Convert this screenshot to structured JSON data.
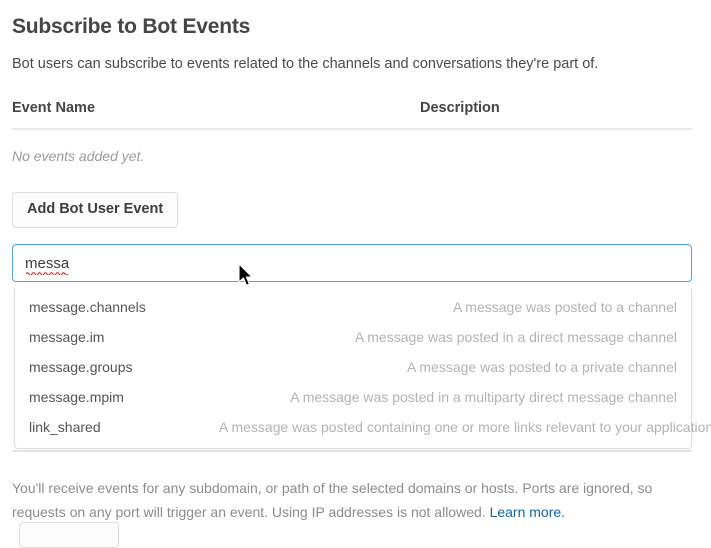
{
  "section": {
    "title": "Subscribe to Bot Events",
    "description": "Bot users can subscribe to events related to the channels and conversations they're part of."
  },
  "events_table": {
    "columns": {
      "event_name": "Event Name",
      "description": "Description"
    },
    "empty_message": "No events added yet."
  },
  "buttons": {
    "add_bot_user_event": "Add Bot User Event"
  },
  "event_search": {
    "value": "messa",
    "placeholder": "",
    "spellcheck_flagged": true,
    "focused": true
  },
  "suggestions": [
    {
      "name": "message.channels",
      "description": "A message was posted to a channel"
    },
    {
      "name": "message.im",
      "description": "A message was posted in a direct message channel"
    },
    {
      "name": "message.groups",
      "description": "A message was posted to a private channel"
    },
    {
      "name": "message.mpim",
      "description": "A message was posted in a multiparty direct message channel"
    },
    {
      "name": "link_shared",
      "description": "A message was posted containing one or more links relevant to your application"
    }
  ],
  "helper": {
    "text": "You'll receive events for any subdomain, or path of the selected domains or hosts. Ports are ignored, so requests on any port will trigger an event. Using IP addresses is not allowed. ",
    "link_label": "Learn more."
  },
  "colors": {
    "focus_border": "#4fa3e3",
    "link": "#1264a3",
    "heading": "#454545",
    "muted": "#b3b3b3",
    "spellcheck": "#e01e1e"
  },
  "icons": {
    "cursor": "mouse-pointer-arrow"
  }
}
